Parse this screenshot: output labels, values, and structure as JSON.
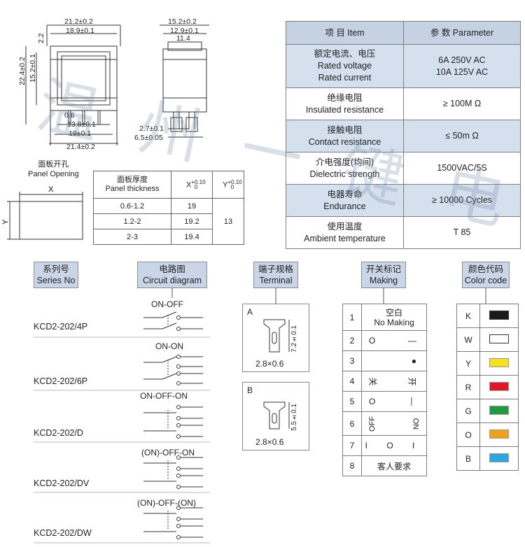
{
  "drawing": {
    "top_dims": [
      "21.2±0.2",
      "18.9±0.1",
      "2.2",
      "22.4±0.2",
      "15.2±0.1",
      "0.6",
      "13.8±0.1",
      "19±0.1",
      "21.4±0.2"
    ],
    "side_dims": [
      "15.2±0.2",
      "12.9±0.1",
      "11.4",
      "2.7±0.1",
      "6.5±0.05"
    ]
  },
  "panel_opening": {
    "title_cn": "面板开孔",
    "title_en": "Panel Opening",
    "x": "X",
    "y": "Y",
    "head_cn": "面板厚度",
    "head_en": "Panel thickness",
    "col_x": "X",
    "col_y": "Y",
    "tol": "+0.10",
    "tol0": "0",
    "rows": [
      {
        "t": "0.6-1.2",
        "x": "19"
      },
      {
        "t": "1.2-2",
        "x": "19.2"
      },
      {
        "t": "2-3",
        "x": "19.4"
      }
    ],
    "y_value": "13"
  },
  "spec_table": {
    "header": {
      "item": "项 目  Item",
      "param": "参 数  Parameter"
    },
    "rows": [
      {
        "l1": "额定电流、电压",
        "l2": "Rated voltage",
        "l3": "Rated current",
        "p1": "6A  250V AC",
        "p2": "10A 125V AC"
      },
      {
        "l1": "绝缘电阻",
        "l2": "Insulated resistance",
        "p1": "≥ 100M Ω"
      },
      {
        "l1": "接触电阻",
        "l2": "Contact resistance",
        "p1": "≤ 50m Ω"
      },
      {
        "l1": "介电强度(均间)",
        "l2": "Dielectric strength",
        "p1": "1500VAC/5S"
      },
      {
        "l1": "电器寿命",
        "l2": "Endurance",
        "p1": "≥ 10000 Cycles"
      },
      {
        "l1": "使用温度",
        "l2": "Ambient temperature",
        "p1": "T 85"
      }
    ]
  },
  "headers": {
    "series": {
      "cn": "系列号",
      "en": "Series No"
    },
    "circuit": {
      "cn": "电路图",
      "en": "Circuit diagram"
    },
    "terminal": {
      "cn": "端子规格",
      "en": "Terminal"
    },
    "marking": {
      "cn": "开关标记",
      "en": "Making"
    },
    "color": {
      "cn": "颜色代码",
      "en": "Color code"
    }
  },
  "series": [
    {
      "model": "KCD2-202/4P",
      "circuit": "ON-OFF"
    },
    {
      "model": "KCD2-202/6P",
      "circuit": "ON-ON"
    },
    {
      "model": "KCD2-202/D",
      "circuit": "ON-OFF-ON"
    },
    {
      "model": "KCD2-202/DV",
      "circuit": "(ON)-OFF-ON"
    },
    {
      "model": "KCD2-202/DW",
      "circuit": "(ON)-OFF-(ON)"
    }
  ],
  "terminals": [
    {
      "label": "A",
      "height": "7.2±0.1",
      "size": "2.8×0.6"
    },
    {
      "label": "B",
      "height": "5.5±0.1",
      "size": "2.8×0.6"
    }
  ],
  "markings": [
    {
      "n": "1",
      "l1": "空白",
      "l2": "No Making"
    },
    {
      "n": "2",
      "a": "O",
      "b": "—"
    },
    {
      "n": "3",
      "b": "●"
    },
    {
      "n": "4",
      "a": "关",
      "b": "开"
    },
    {
      "n": "5",
      "a": "O",
      "b": "—"
    },
    {
      "n": "6",
      "a": "OFF",
      "b": "ON"
    },
    {
      "n": "7",
      "a": "I O I"
    },
    {
      "n": "8",
      "l1": "客人要求"
    }
  ],
  "colors": [
    {
      "code": "K",
      "hex": "#1a1a1a"
    },
    {
      "code": "W",
      "hex": "#ffffff"
    },
    {
      "code": "Y",
      "hex": "#f5e21a"
    },
    {
      "code": "R",
      "hex": "#e0162b"
    },
    {
      "code": "G",
      "hex": "#1f9a3e"
    },
    {
      "code": "O",
      "hex": "#f0a01a"
    },
    {
      "code": "B",
      "hex": "#2aa7e0"
    }
  ],
  "watermark": "温州一键电子"
}
